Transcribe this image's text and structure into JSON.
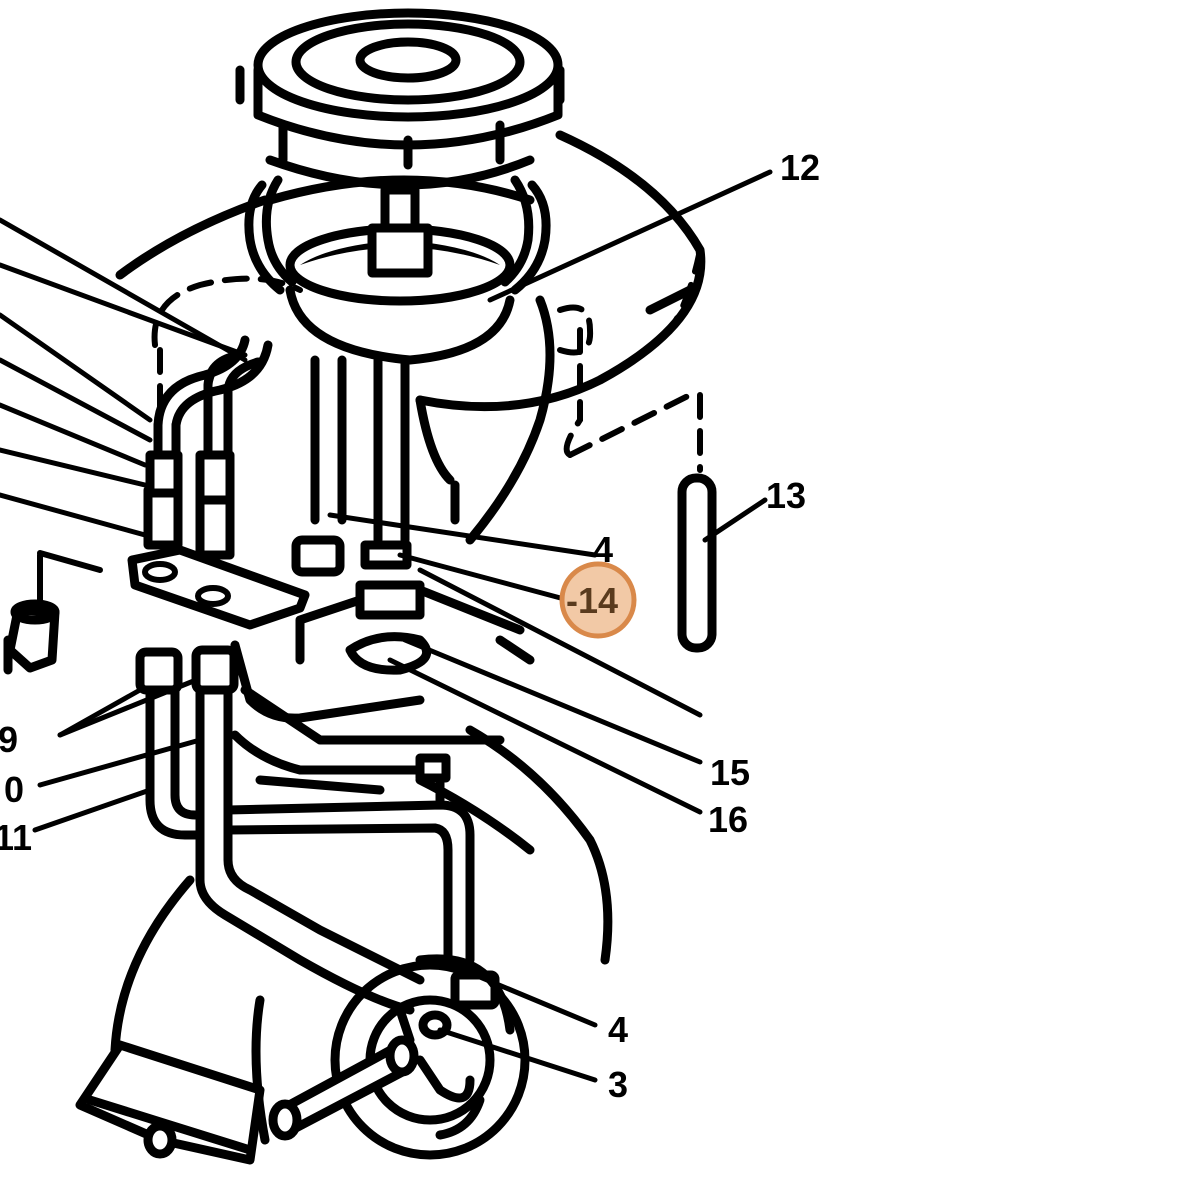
{
  "callouts": [
    {
      "id": "12",
      "label": "12"
    },
    {
      "id": "13",
      "label": "13"
    },
    {
      "id": "4-upper",
      "label": "4"
    },
    {
      "id": "14",
      "label": "-14",
      "highlighted": true
    },
    {
      "id": "15",
      "label": "15"
    },
    {
      "id": "16",
      "label": "16"
    },
    {
      "id": "4-lower",
      "label": "4"
    },
    {
      "id": "3",
      "label": "3"
    },
    {
      "id": "9",
      "label": "9"
    },
    {
      "id": "10",
      "label": "0"
    },
    {
      "id": "11",
      "label": "11"
    }
  ],
  "colors": {
    "line": "#000000",
    "background": "#ffffff",
    "highlight_fill": "#f2c9a6",
    "highlight_stroke": "#d9894a"
  }
}
